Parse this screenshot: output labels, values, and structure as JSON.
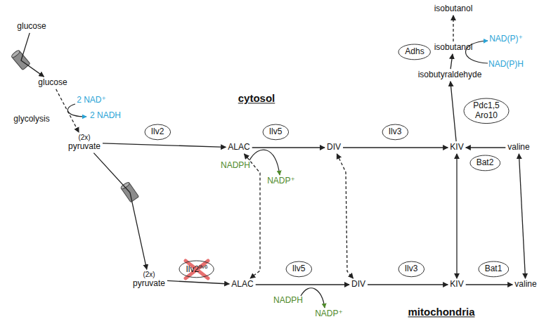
{
  "diagram": {
    "nodes": [
      {
        "text": [
          "glucose"
        ]
      },
      {
        "text": [
          "isobutanol"
        ]
      },
      {
        "text": [
          "cytosol"
        ]
      },
      {
        "text": [
          "glucose"
        ],
        "in": 2
      },
      {
        "text": [
          "(2x)",
          "pyruvate"
        ],
        "in": 2
      },
      {
        "text": [
          "Ilv2"
        ],
        "in": 2
      },
      {
        "text": [
          "ALAC"
        ],
        "in": 2
      },
      {
        "text": [
          "Ilv5"
        ],
        "in": 2
      },
      {
        "text": [
          "DIV"
        ],
        "in": 2
      },
      {
        "text": [
          "Ilv3"
        ],
        "in": 2
      },
      {
        "text": [
          "KIV"
        ],
        "in": 2
      },
      {
        "text": [
          "Pdc1,5 Aro10"
        ],
        "in": 2
      },
      {
        "text": [
          "isobutyraldehyde"
        ],
        "in": 2
      },
      {
        "text": [
          "Adhs"
        ],
        "in": 2
      },
      {
        "text": [
          "isobutanol"
        ],
        "in": 2
      },
      {
        "text": [
          "Bat2"
        ],
        "in": 2
      },
      {
        "text": [
          "valine"
        ],
        "in": 2
      },
      {
        "text": [
          "mitochondria"
        ],
        "in": 2
      },
      {
        "text": [
          "(2x)",
          "pyruvate"
        ],
        "in": 17
      },
      {
        "text": [
          "Ilv2",
          "Ilv6"
        ],
        "in": 17
      },
      {
        "text": [
          "ALAC"
        ],
        "in": 17
      },
      {
        "text": [
          "Ilv5"
        ],
        "in": 17
      },
      {
        "text": [
          "DIV"
        ],
        "in": 17
      },
      {
        "text": [
          "Ilv3"
        ],
        "in": 17
      },
      {
        "text": [
          "KIV"
        ],
        "in": 17
      },
      {
        "text": [
          "Bat1"
        ],
        "in": 17
      },
      {
        "text": [
          "valine"
        ],
        "in": 17
      }
    ],
    "edges": [
      {
        "from": 0,
        "to": 3,
        "arrow": "to"
      },
      {
        "from": 3,
        "to": 4,
        "arrow": "to"
      },
      {
        "from": 4,
        "to": 6,
        "arrow": "to"
      },
      {
        "from": 6,
        "to": 8,
        "arrow": "to"
      },
      {
        "from": 8,
        "to": 10,
        "arrow": "to"
      },
      {
        "from": 10,
        "to": 12,
        "arrow": "to"
      },
      {
        "from": 12,
        "to": 14,
        "arrow": "to"
      },
      {
        "from": 14,
        "to": 1,
        "arrow": "to"
      },
      {
        "from": 16,
        "to": 10,
        "arrow": "to"
      },
      {
        "from": 4,
        "to": 18,
        "arrow": "to"
      },
      {
        "from": 6,
        "to": 20,
        "arrow": "both"
      },
      {
        "from": 8,
        "to": 22,
        "arrow": "both"
      },
      {
        "from": 10,
        "to": 24,
        "arrow": "both"
      },
      {
        "from": 16,
        "to": 26,
        "arrow": "both"
      },
      {
        "from": 18,
        "to": 20,
        "arrow": "to"
      },
      {
        "from": 20,
        "to": 22,
        "arrow": "to"
      },
      {
        "from": 22,
        "to": 24,
        "arrow": "to"
      },
      {
        "from": 24,
        "to": 26,
        "arrow": "to"
      }
    ],
    "labels": [
      "glycolysis",
      "2 NAD⁺",
      "2 NADH",
      "NADPH",
      "NADP⁺",
      "NAD(P)H",
      "NAD(P)⁺",
      "NADPH",
      "NADP⁺"
    ]
  }
}
